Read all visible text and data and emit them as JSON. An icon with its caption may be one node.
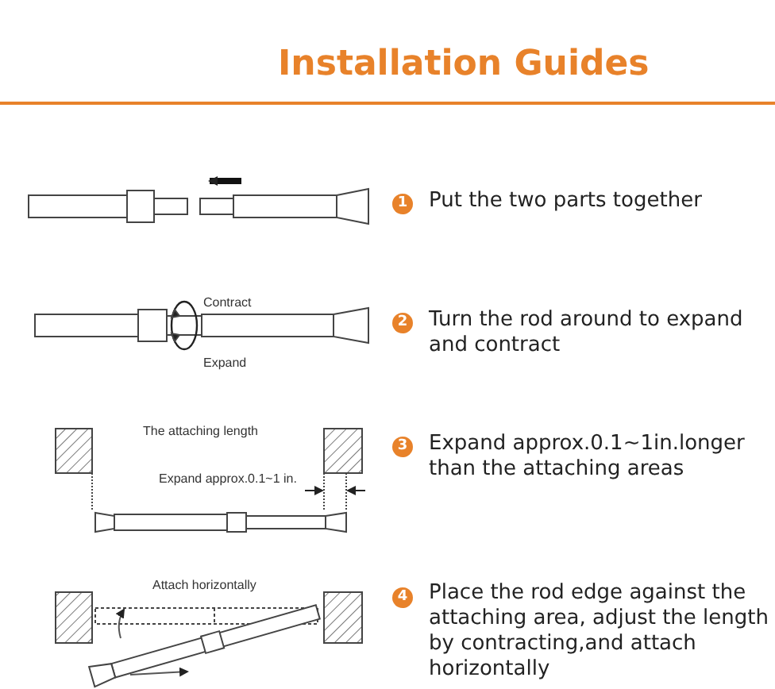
{
  "diagram": {
    "title": "Installation Guides",
    "labels": [
      "1",
      "Put the two parts together",
      "Contract",
      "2",
      "Turn the rod around to expand and contract",
      "Expand",
      "The attaching length",
      "3",
      "Expand approx.0.1~1in.longer than the attaching areas",
      "Expand approx.0.1~1 in.",
      "Attach horizontally",
      "4",
      "Place the rod edge against the attaching area, adjust the length by contracting,and attach horizontally"
    ]
  }
}
